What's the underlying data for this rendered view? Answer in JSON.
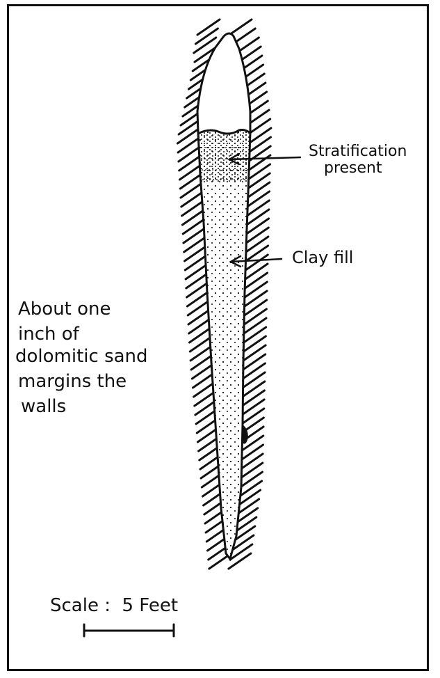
{
  "diagram": {
    "labels": {
      "stratification_line1": "Stratification",
      "stratification_line2": "present",
      "clay_fill": "Clay fill",
      "margin_note_lines": [
        "About one",
        "inch of",
        "dolomitic sand",
        "margins the",
        "walls"
      ],
      "scale_label": "Scale :  5 Feet"
    },
    "colors": {
      "ink": "#111111",
      "paper": "#ffffff"
    }
  }
}
